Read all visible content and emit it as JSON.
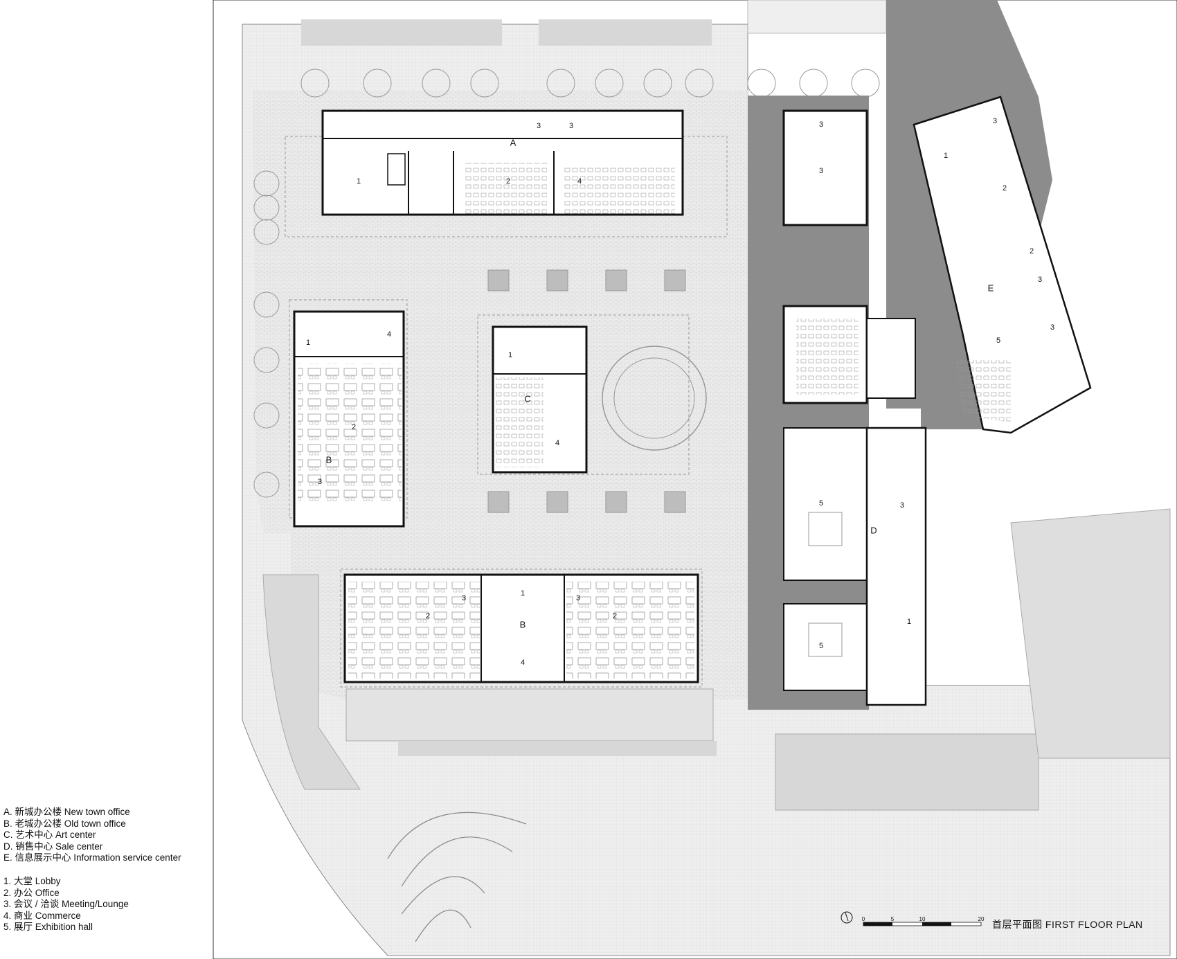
{
  "legend": {
    "buildings": [
      "A. 新城办公楼 New town office",
      "B. 老城办公楼 Old town office",
      "C. 艺术中心 Art center",
      "D. 销售中心 Sale center",
      "E. 信息展示中心 Information service center"
    ],
    "rooms": [
      "1. 大堂 Lobby",
      "2. 办公 Office",
      "3. 会议 / 洽谈 Meeting/Lounge",
      "4. 商业 Commerce",
      "5. 展厅 Exhibition hall"
    ]
  },
  "plan_title": "首层平面图  FIRST FLOOR PLAN",
  "scale_bar": {
    "ticks": [
      "0",
      "5",
      "10",
      "20"
    ]
  },
  "building_labels": {
    "A": "A",
    "B_old": "B",
    "B_south": "B",
    "C": "C",
    "D": "D",
    "E": "E"
  },
  "room_labels": {
    "A_lobby": "1",
    "A_office": "2",
    "A_commerce": "4",
    "A_meet1": "3",
    "A_meet2": "3",
    "B_lobby": "1",
    "B_office": "2",
    "B_meet": "3",
    "B_commerce": "4",
    "C_lobby": "1",
    "C_commerce": "4",
    "S_lobby": "1",
    "S_office_w": "2",
    "S_office_e": "2",
    "S_meet_w": "3",
    "S_meet_e": "3",
    "S_commerce": "4",
    "D_meet_top": "3",
    "D_meet_mid": "3",
    "D_hall1": "5",
    "D_hall2": "5",
    "D_meet": "3",
    "D_lobby": "1",
    "E_lobby": "1",
    "E_meet1": "3",
    "E_office1": "2",
    "E_office2": "2",
    "E_meet2": "3",
    "E_meet3": "3",
    "E_hall": "5"
  },
  "colors": {
    "paving": "#ececec",
    "dark_plaza": "#8c8c8c",
    "road": "#e6e6e6",
    "grass": "#d7d7d7",
    "wall": "#111111"
  }
}
